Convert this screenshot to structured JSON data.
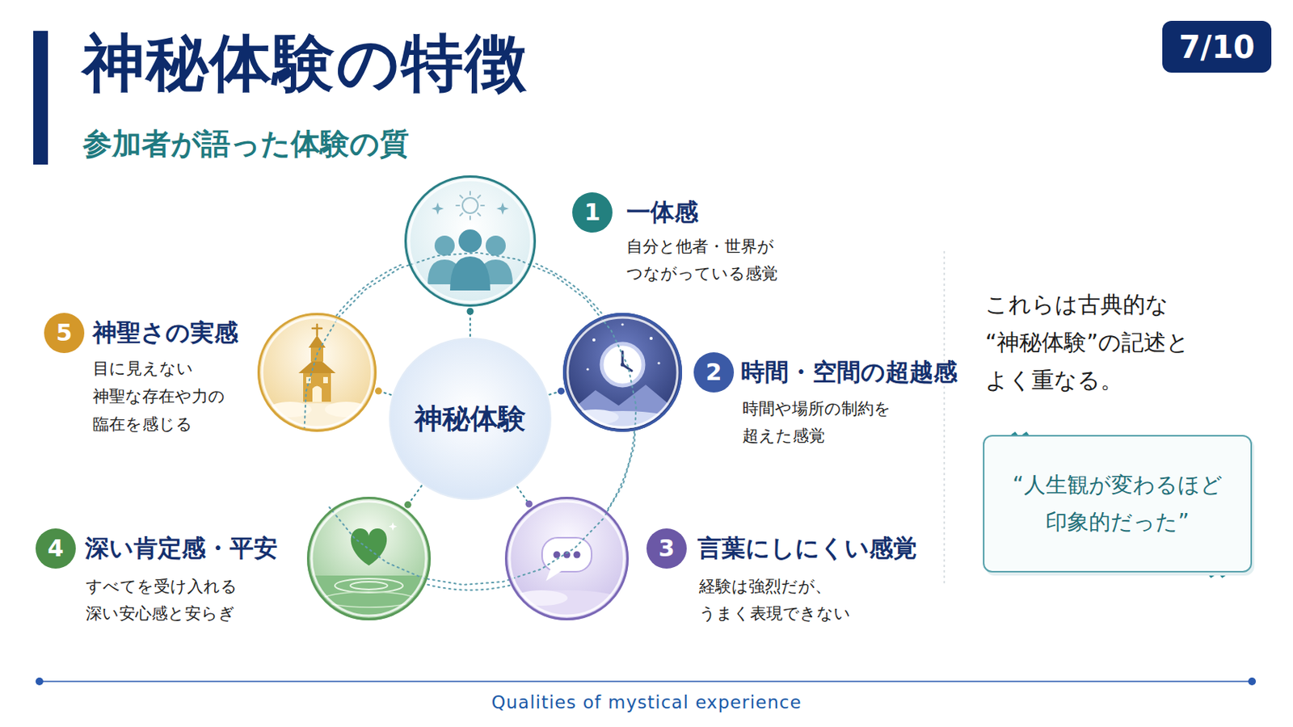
{
  "diagram": {
    "title": "神秘体験の特徴",
    "caption": "Qualities of mystical experience",
    "nodes": [
      {
        "text": [
          "7/10"
        ]
      },
      {
        "text": [
          "神秘体験"
        ]
      },
      {
        "text": [
          "1",
          "一体感",
          "自分と他者・世界が つながっている感覚"
        ]
      },
      {
        "text": [
          "2",
          "時間・空間の超越感",
          "時間や場所の制約を 超えた感覚"
        ]
      },
      {
        "text": [
          "3",
          "言葉にしにくい感覚",
          "経験は強烈だが、 うまく表現できない"
        ]
      },
      {
        "text": [
          "4",
          "深い肯定感・平安",
          "すべてを受け入れる 深い安心感と安らぎ"
        ]
      },
      {
        "text": [
          "5",
          "神聖さの実感",
          "目に見えない 神聖な存在や力の 臨在を感じる"
        ]
      },
      {
        "text": [
          "“人生観が変わるほど 印象的だった”"
        ]
      }
    ],
    "edges": [
      {
        "from": 1,
        "to": 2,
        "arrow": "none"
      },
      {
        "from": 1,
        "to": 3,
        "arrow": "none"
      },
      {
        "from": 1,
        "to": 4,
        "arrow": "none"
      },
      {
        "from": 1,
        "to": 5,
        "arrow": "none"
      },
      {
        "from": 1,
        "to": 6,
        "arrow": "none"
      },
      {
        "from": 2,
        "to": 3,
        "arrow": "none"
      },
      {
        "from": 3,
        "to": 4,
        "arrow": "none"
      },
      {
        "from": 4,
        "to": 5,
        "arrow": "none"
      },
      {
        "from": 5,
        "to": 6,
        "arrow": "none"
      },
      {
        "from": 6,
        "to": 2,
        "arrow": "none"
      }
    ],
    "labels": [
      "参加者が語った体験の質",
      "これらは古典的な “神秘体験”の記述と よく重なる。",
      "“",
      "”"
    ]
  }
}
